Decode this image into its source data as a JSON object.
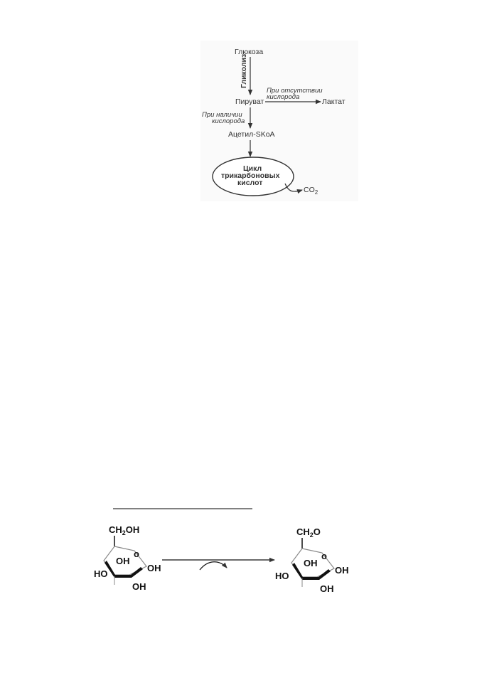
{
  "pathway": {
    "glucose": "Глюкоза",
    "glycolysis": "Гликолиз",
    "pyruvate": "Пируват",
    "no_oxygen_line1": "При отсутствии",
    "no_oxygen_line2": "кислорода",
    "lactate": "Лактат",
    "with_oxygen_line1": "При наличии",
    "with_oxygen_line2": "кислорода",
    "acetyl": "Ацетил-SKoA",
    "tca_line1": "Цикл",
    "tca_line2": "трикарбоновых",
    "tca_line3": "кислот",
    "co2_main": "CO",
    "co2_sub": "2"
  },
  "reaction": {
    "left_group_main": "CH",
    "left_group_sub": "2",
    "left_group_tail": "OH",
    "right_group_main": "CH",
    "right_group_sub": "2",
    "right_group_tail": "O",
    "ring_oxygen": "o",
    "oh_upper": "OH",
    "oh_right": "OH",
    "oh_bottom": "OH",
    "ho_left": "HO"
  }
}
